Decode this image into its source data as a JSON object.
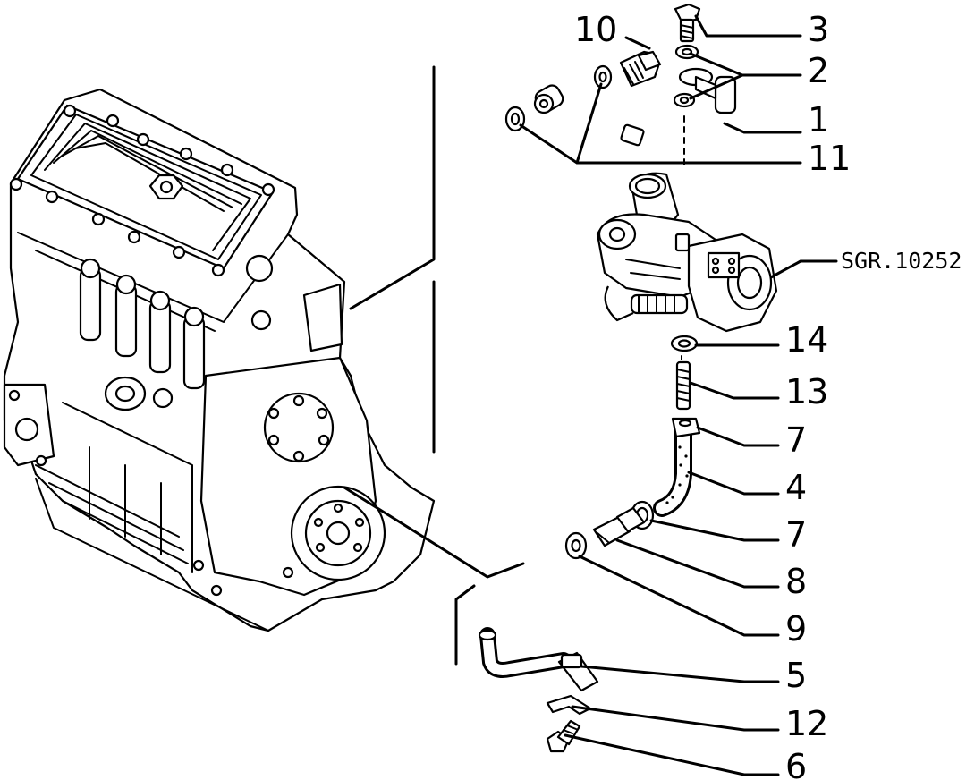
{
  "reference_code": "SGR.10252",
  "callouts": [
    {
      "id": "c10",
      "label": "10"
    },
    {
      "id": "c3",
      "label": "3"
    },
    {
      "id": "c2",
      "label": "2"
    },
    {
      "id": "c1",
      "label": "1"
    },
    {
      "id": "c11",
      "label": "11"
    },
    {
      "id": "c14",
      "label": "14"
    },
    {
      "id": "c13",
      "label": "13"
    },
    {
      "id": "c7a",
      "label": "7"
    },
    {
      "id": "c4",
      "label": "4"
    },
    {
      "id": "c7b",
      "label": "7"
    },
    {
      "id": "c8",
      "label": "8"
    },
    {
      "id": "c9",
      "label": "9"
    },
    {
      "id": "c5",
      "label": "5"
    },
    {
      "id": "c12",
      "label": "12"
    },
    {
      "id": "c6",
      "label": "6"
    }
  ]
}
